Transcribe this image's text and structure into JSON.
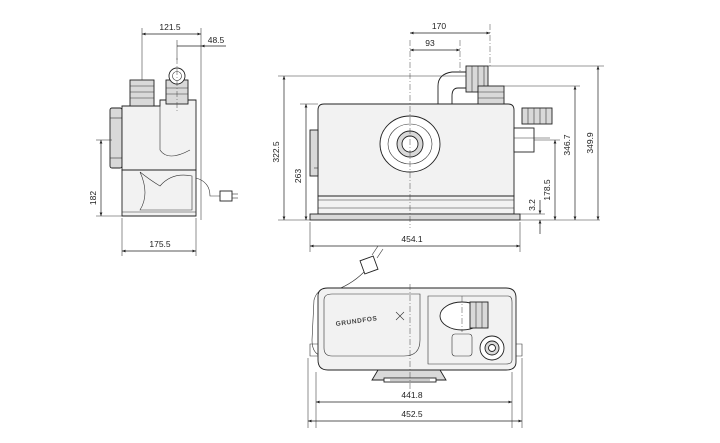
{
  "dimensions": {
    "side_width_top": "121.5",
    "side_offset_top": "48.5",
    "side_height_left": "182",
    "side_width_bottom": "175.5",
    "front_outlet_170": "170",
    "front_outlet_93": "93",
    "front_height_322": "322.5",
    "front_height_263": "263",
    "front_height_346": "346.7",
    "front_height_349": "349.9",
    "front_inlet_178": "178.5",
    "front_inlet_32": "3.2",
    "front_width_454": "454.1",
    "top_width_441": "441.8",
    "top_width_452": "452.5"
  },
  "logo_text": "GRUNDFOS",
  "colors": {
    "line": "#222222",
    "fill": "#f2f2f2",
    "shade": "#d9d9d9"
  }
}
